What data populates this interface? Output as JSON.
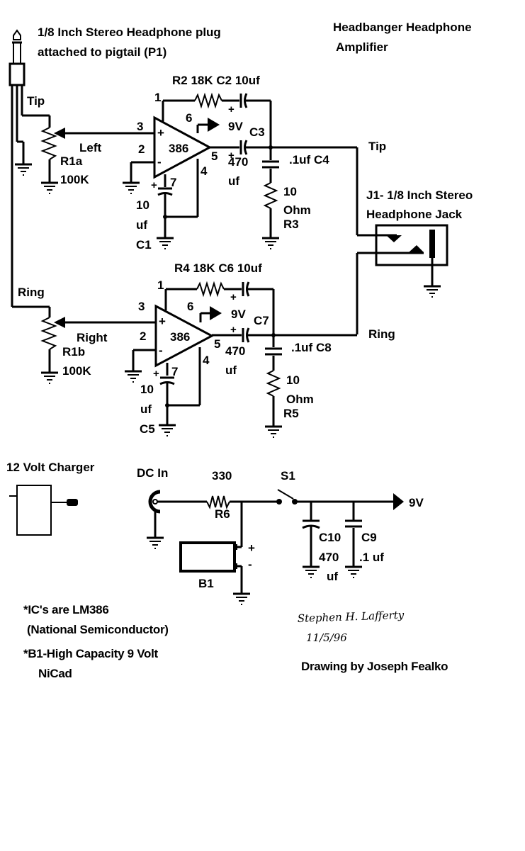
{
  "title": {
    "line1": "Headbanger Headphone",
    "line2": "Amplifier"
  },
  "plug": {
    "line1": "1/8 Inch Stereo Headphone plug",
    "line2": "attached to pigtail (P1)",
    "tip_label": "Tip",
    "ring_label": "Ring"
  },
  "left_channel": {
    "input_label": "Left",
    "pot_name": "R1a",
    "pot_value": "100K",
    "feedback_label": "R2 18K  C2 10uf",
    "ic_label": "386",
    "pins": {
      "p1": "1",
      "p2": "2",
      "p3": "3",
      "p4": "4",
      "p5": "5",
      "p6": "6",
      "p7": "7"
    },
    "plus": "+",
    "minus": "-",
    "supply": "9V",
    "output_cap_name": "C3",
    "output_cap_value": "470",
    "output_cap_unit": "uf",
    "bypass_cap_value": "10",
    "bypass_cap_unit": "uf",
    "bypass_cap_name": "C1",
    "zobel_cap": ".1uf C4",
    "zobel_res_value": "10",
    "zobel_res_unit": "Ohm",
    "zobel_res_name": "R3",
    "output_label": "Tip"
  },
  "right_channel": {
    "input_label": "Right",
    "pot_name": "R1b",
    "pot_value": "100K",
    "feedback_label": "R4 18K C6 10uf",
    "ic_label": "386",
    "pins": {
      "p1": "1",
      "p2": "2",
      "p3": "3",
      "p4": "4",
      "p5": "5",
      "p6": "6",
      "p7": "7"
    },
    "plus": "+",
    "minus": "-",
    "supply": "9V",
    "output_cap_name": "C7",
    "output_cap_value": "470",
    "output_cap_unit": "uf",
    "bypass_cap_value": "10",
    "bypass_cap_unit": "uf",
    "bypass_cap_name": "C5",
    "zobel_cap": ".1uf C8",
    "zobel_res_value": "10",
    "zobel_res_unit": "Ohm",
    "zobel_res_name": "R5",
    "output_label": "Ring"
  },
  "jack": {
    "line1": "J1- 1/8 Inch Stereo",
    "line2": "Headphone Jack"
  },
  "power": {
    "charger_label": "12 Volt Charger",
    "dc_in_label": "DC In",
    "res_value": "330",
    "res_name": "R6",
    "switch_name": "S1",
    "battery_name": "B1",
    "battery_plus": "+",
    "battery_minus": "-",
    "supply_out": "9V",
    "c10_name": "C10",
    "c10_value": "470",
    "c10_unit": "uf",
    "c9_name": "C9",
    "c9_value": ".1 uf"
  },
  "notes": {
    "n1_line1": "*IC's are LM386",
    "n1_line2": "(National Semiconductor)",
    "n2_line1": "*B1-High Capacity 9 Volt",
    "n2_line2": "NiCad"
  },
  "signature": {
    "name": "Stephen H. Lafferty",
    "date": "11/5/96"
  },
  "credit": "Drawing by Joseph Fealko"
}
